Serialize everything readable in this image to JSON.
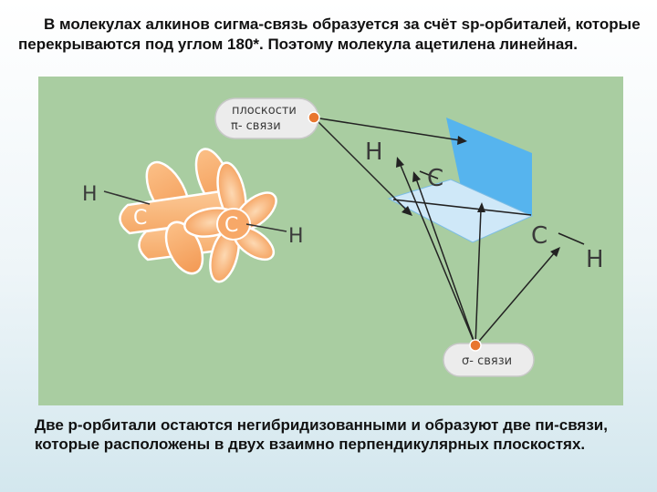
{
  "slide": {
    "top_text": "В молекулах алкинов сигма-связь образуется за счёт sp-орбиталей, которые перекрываются под углом 180*. Поэтому молекула ацетилена линейная.",
    "bottom_text": "Две р-орбитали остаются негибридизованными и образуют две пи-связи, которые расположены в двух взаимно перпендикулярных плоскостях."
  },
  "figure": {
    "left_molecule": {
      "h_left": "H",
      "c_left": "C",
      "c_right": "C",
      "h_right": "H"
    },
    "right_molecule": {
      "h_top": "H",
      "c_top": "C",
      "c_bottom": "C",
      "h_bottom": "H"
    },
    "pi_label": {
      "line1": "плоскости",
      "line2": "π- связи"
    },
    "sigma_label": "σ- связи"
  }
}
